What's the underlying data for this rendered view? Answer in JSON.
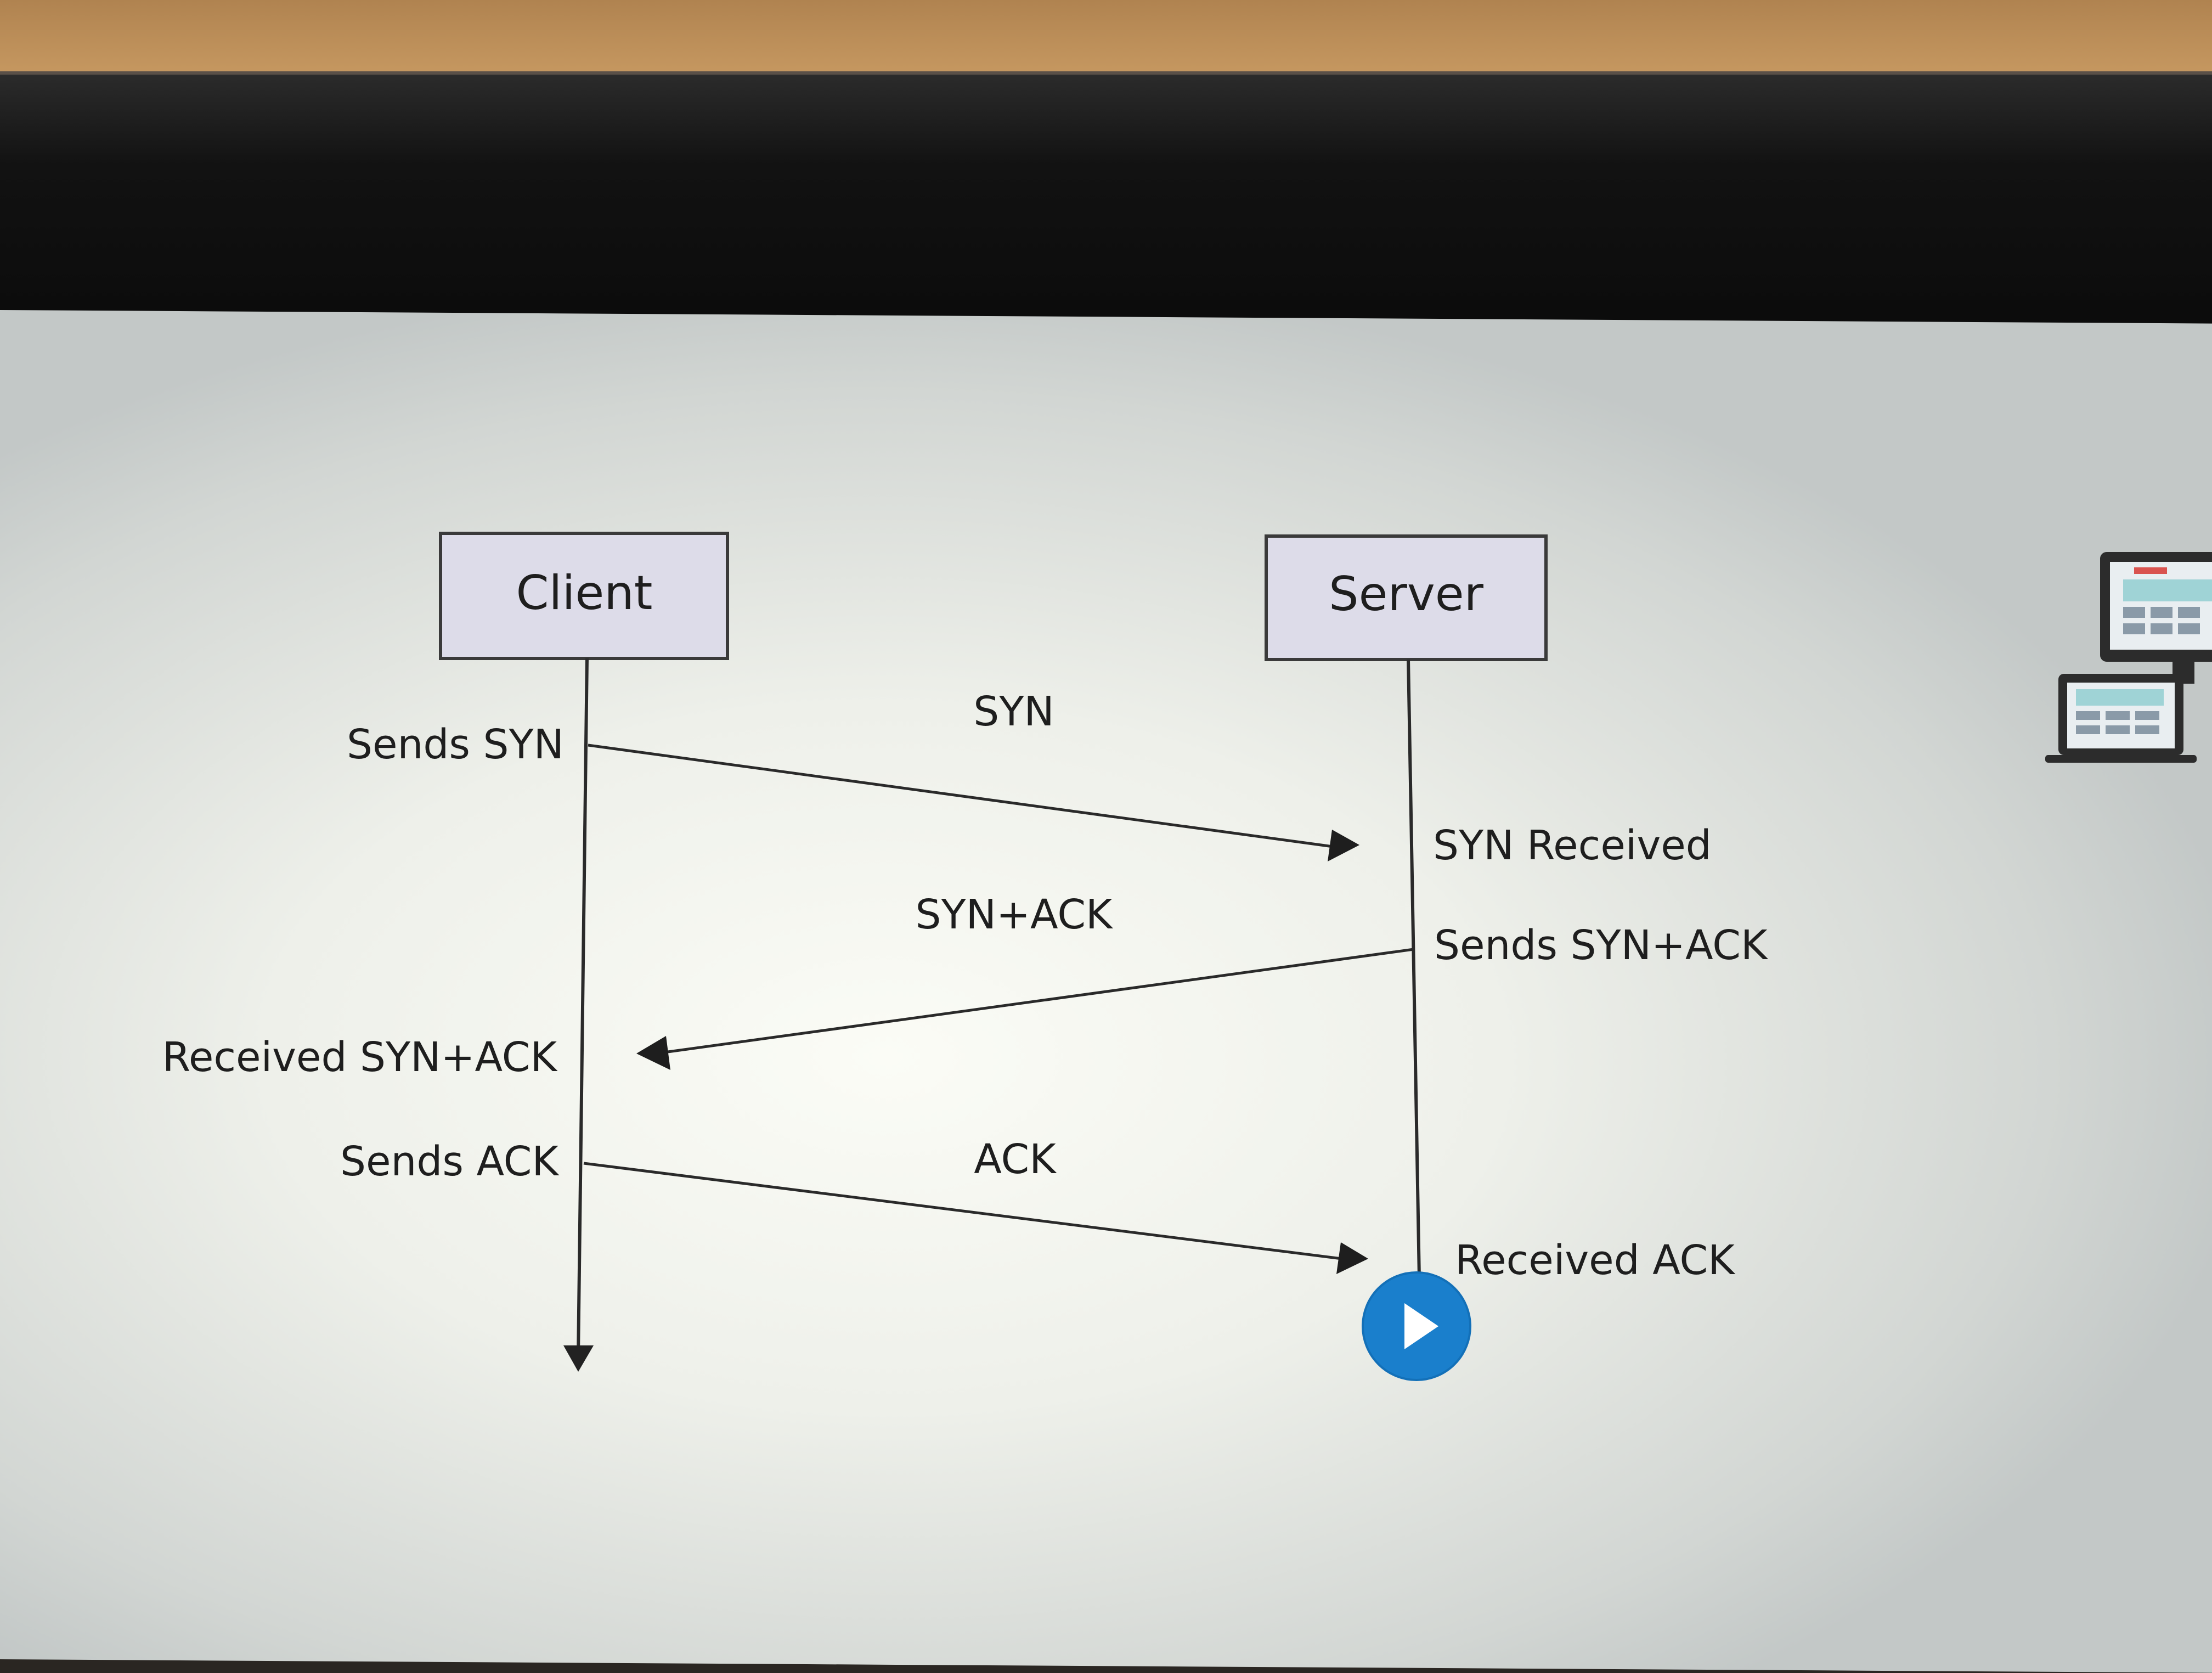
{
  "diagram": {
    "nodes": {
      "client": "Client",
      "server": "Server"
    },
    "messages": {
      "syn": "SYN",
      "syn_ack": "SYN+ACK",
      "ack": "ACK"
    },
    "client_events": {
      "sends_syn": "Sends SYN",
      "received_syn_ack": "Received SYN+ACK",
      "sends_ack": "Sends ACK"
    },
    "server_events": {
      "syn_received": "SYN Received",
      "sends_syn_ack": "Sends SYN+ACK",
      "received_ack": "Received ACK"
    }
  },
  "colors": {
    "box_fill": "#dddce9",
    "box_stroke": "#3a3a3a",
    "line": "#2a2a2a",
    "play_button": "#1a7fcc"
  },
  "icons": {
    "play": "play-icon",
    "devices": "devices-icon"
  }
}
